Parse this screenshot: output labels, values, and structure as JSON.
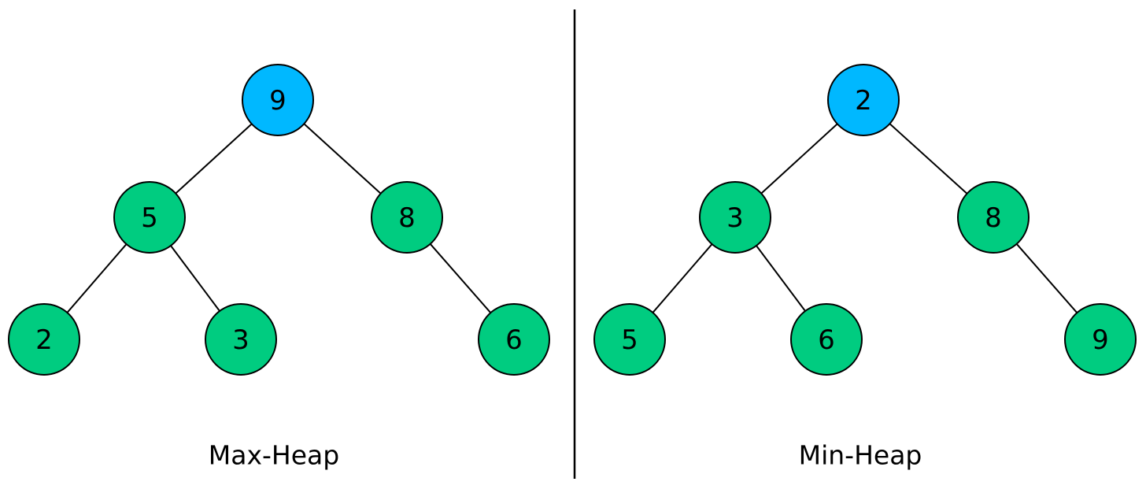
{
  "colors": {
    "root_fill": "#00b8ff",
    "node_fill": "#00cc80",
    "stroke": "#000000",
    "background": "#ffffff"
  },
  "heaps": [
    {
      "id": "max-heap",
      "title": "Max-Heap",
      "nodes": [
        {
          "id": "root",
          "value": "9",
          "role": "root"
        },
        {
          "id": "left",
          "value": "5",
          "role": "child"
        },
        {
          "id": "right",
          "value": "8",
          "role": "child"
        },
        {
          "id": "left-left",
          "value": "2",
          "role": "child"
        },
        {
          "id": "left-right",
          "value": "3",
          "role": "child"
        },
        {
          "id": "right-right",
          "value": "6",
          "role": "child"
        }
      ],
      "edges": [
        [
          "root",
          "left"
        ],
        [
          "root",
          "right"
        ],
        [
          "left",
          "left-left"
        ],
        [
          "left",
          "left-right"
        ],
        [
          "right",
          "right-right"
        ]
      ]
    },
    {
      "id": "min-heap",
      "title": "Min-Heap",
      "nodes": [
        {
          "id": "root",
          "value": "2",
          "role": "root"
        },
        {
          "id": "left",
          "value": "3",
          "role": "child"
        },
        {
          "id": "right",
          "value": "8",
          "role": "child"
        },
        {
          "id": "left-left",
          "value": "5",
          "role": "child"
        },
        {
          "id": "left-right",
          "value": "6",
          "role": "child"
        },
        {
          "id": "right-right",
          "value": "9",
          "role": "child"
        }
      ],
      "edges": [
        [
          "root",
          "left"
        ],
        [
          "root",
          "right"
        ],
        [
          "left",
          "left-left"
        ],
        [
          "left",
          "left-right"
        ],
        [
          "right",
          "right-right"
        ]
      ]
    }
  ]
}
